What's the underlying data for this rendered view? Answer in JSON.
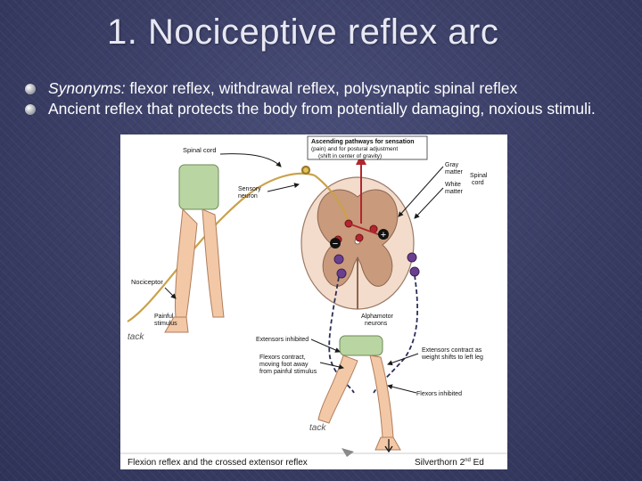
{
  "slide": {
    "title": "1. Nociceptive reflex arc",
    "bullets": [
      {
        "lead": "Synonyms:",
        "text": " flexor reflex, withdrawal reflex, polysynaptic spinal reflex"
      },
      {
        "lead": "",
        "text": "Ancient reflex that protects the body from potentially damaging, noxious stimuli."
      }
    ]
  },
  "figure": {
    "labels": {
      "spinal_cord_left": "Spinal cord",
      "ascending_line1": "Ascending pathways for sensation",
      "ascending_line2": "(pain) and for postural adjustment",
      "ascending_line3": "(shift in center of gravity)",
      "gray_matter_1": "Gray",
      "gray_matter_2": "matter",
      "white_matter_1": "White",
      "white_matter_2": "matter",
      "spinal_cord_right_1": "Spinal",
      "spinal_cord_right_2": "cord",
      "sensory_1": "Sensory",
      "sensory_2": "neuron",
      "nociceptor": "Nociceptor",
      "painful_1": "Painful",
      "painful_2": "stimulus",
      "tack_upper": "tack",
      "alpha_1": "Alphamotor",
      "alpha_2": "neurons",
      "extensors_inhibited": "Extensors inhibited",
      "extensors_contract_1": "Extensors contract as",
      "extensors_contract_2": "weight shifts to left leg",
      "flexors_contract_1": "Flexors contract,",
      "flexors_contract_2": "moving foot away",
      "flexors_contract_3": "from painful stimulus",
      "flexors_inhibited": "Flexors inhibited",
      "tack_lower": "tack",
      "minus_sign": "−",
      "plus_sign": "+",
      "caption": "Flexion reflex and the crossed extensor reflex",
      "credit_prefix": "Silverthorn 2",
      "credit_sup": "nd",
      "credit_suffix": " Ed"
    }
  }
}
